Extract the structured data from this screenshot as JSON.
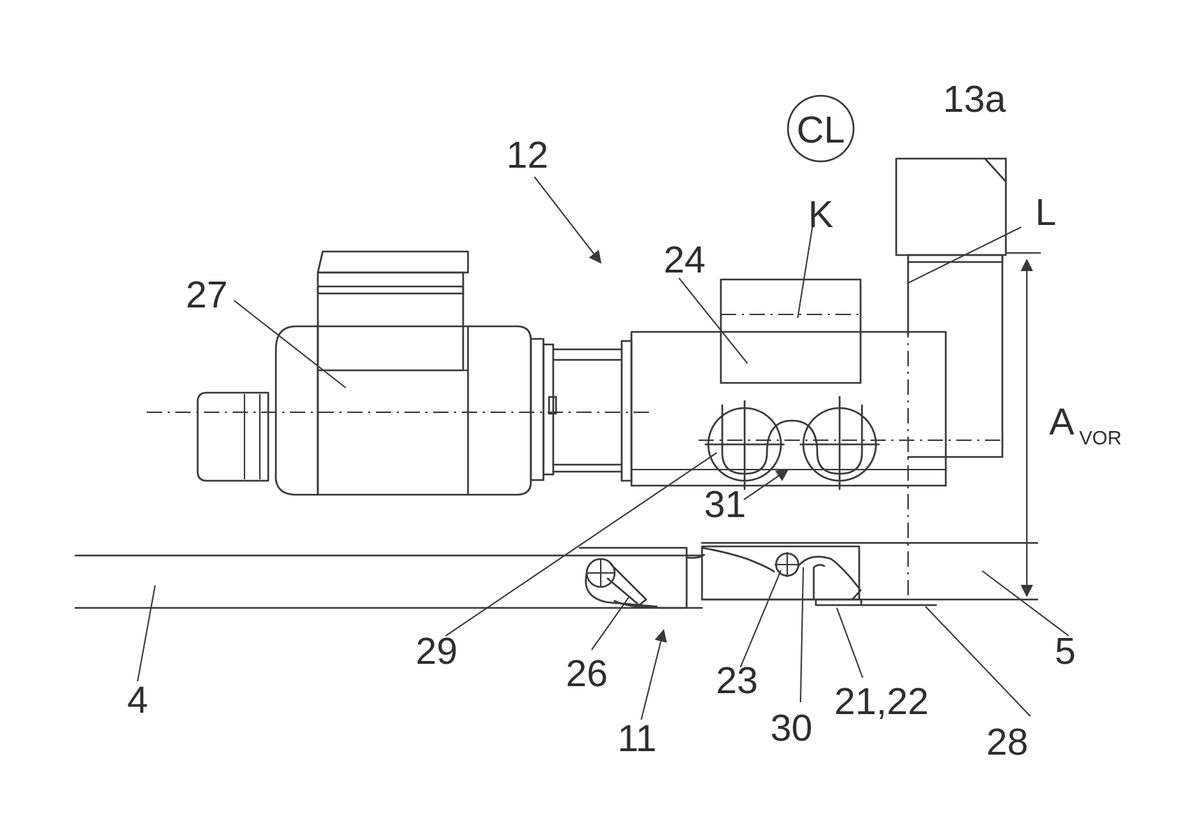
{
  "labels": {
    "cl_symbol": "CL",
    "ref_12": "12",
    "ref_13a": "13a",
    "ref_K": "K",
    "ref_L": "L",
    "ref_24": "24",
    "ref_27": "27",
    "ref_A": "A",
    "ref_A_sub": "VOR",
    "ref_31": "31",
    "ref_29": "29",
    "ref_26": "26",
    "ref_23": "23",
    "ref_30": "30",
    "ref_2122": "21,22",
    "ref_28": "28",
    "ref_5": "5",
    "ref_4": "4",
    "ref_11": "11"
  }
}
